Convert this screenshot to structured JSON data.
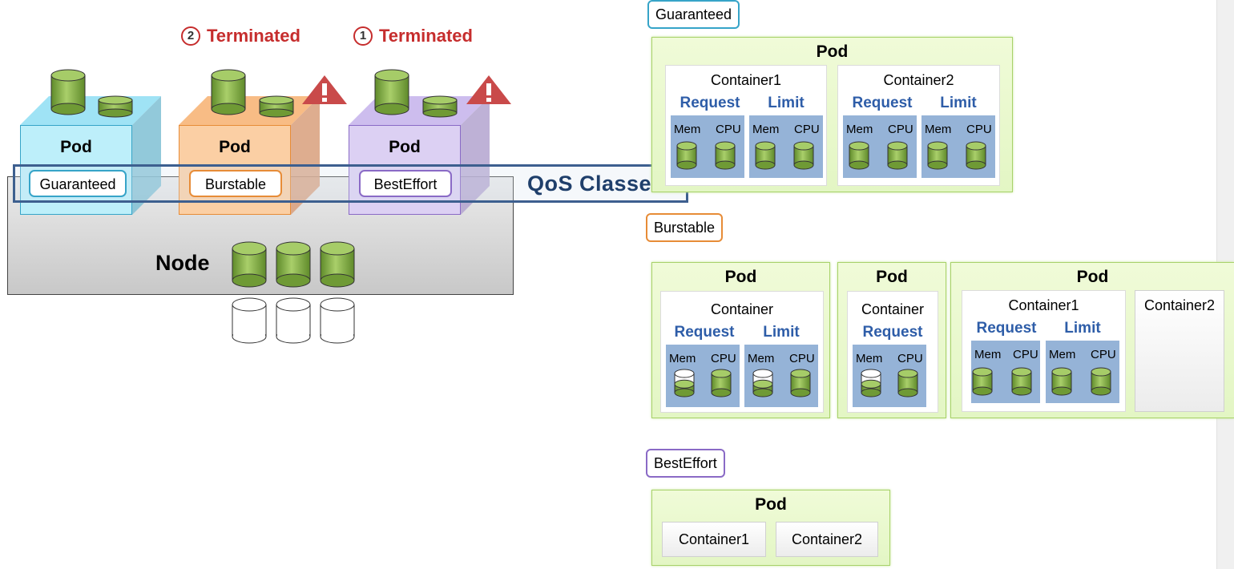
{
  "left": {
    "node_label": "Node",
    "qos_band_label": "QoS Classes",
    "pods": [
      {
        "label": "Pod",
        "qos": "Guaranteed"
      },
      {
        "label": "Pod",
        "qos": "Burstable"
      },
      {
        "label": "Pod",
        "qos": "BestEffort"
      }
    ],
    "terminated": [
      {
        "order": "2",
        "text": "Terminated"
      },
      {
        "order": "1",
        "text": "Terminated"
      }
    ],
    "warning_icon": "warning-triangle-icon",
    "colors": {
      "guaranteed": "#36a4c8",
      "burstable": "#e78c37",
      "besteffort": "#8a6ac6",
      "terminated": "#c62d2d",
      "band": "#3d5f8f"
    }
  },
  "right": {
    "guaranteed": {
      "title": "Guaranteed",
      "pod": {
        "label": "Pod",
        "containers": [
          {
            "name": "Container1",
            "request": "Request",
            "limit": "Limit",
            "mem": "Mem",
            "cpu": "CPU"
          },
          {
            "name": "Container2",
            "request": "Request",
            "limit": "Limit",
            "mem": "Mem",
            "cpu": "CPU"
          }
        ]
      }
    },
    "burstable": {
      "title": "Burstable",
      "pods": [
        {
          "label": "Pod",
          "container": {
            "name": "Container",
            "request": "Request",
            "limit": "Limit",
            "mem": "Mem",
            "cpu": "CPU"
          }
        },
        {
          "label": "Pod",
          "container": {
            "name": "Container",
            "request": "Request",
            "mem": "Mem",
            "cpu": "CPU"
          }
        },
        {
          "label": "Pod",
          "container1": {
            "name": "Container1",
            "request": "Request",
            "limit": "Limit",
            "mem": "Mem",
            "cpu": "CPU"
          },
          "container2": {
            "name": "Container2"
          }
        }
      ]
    },
    "besteffort": {
      "title": "BestEffort",
      "pod": {
        "label": "Pod",
        "containers": [
          "Container1",
          "Container2"
        ]
      }
    }
  }
}
